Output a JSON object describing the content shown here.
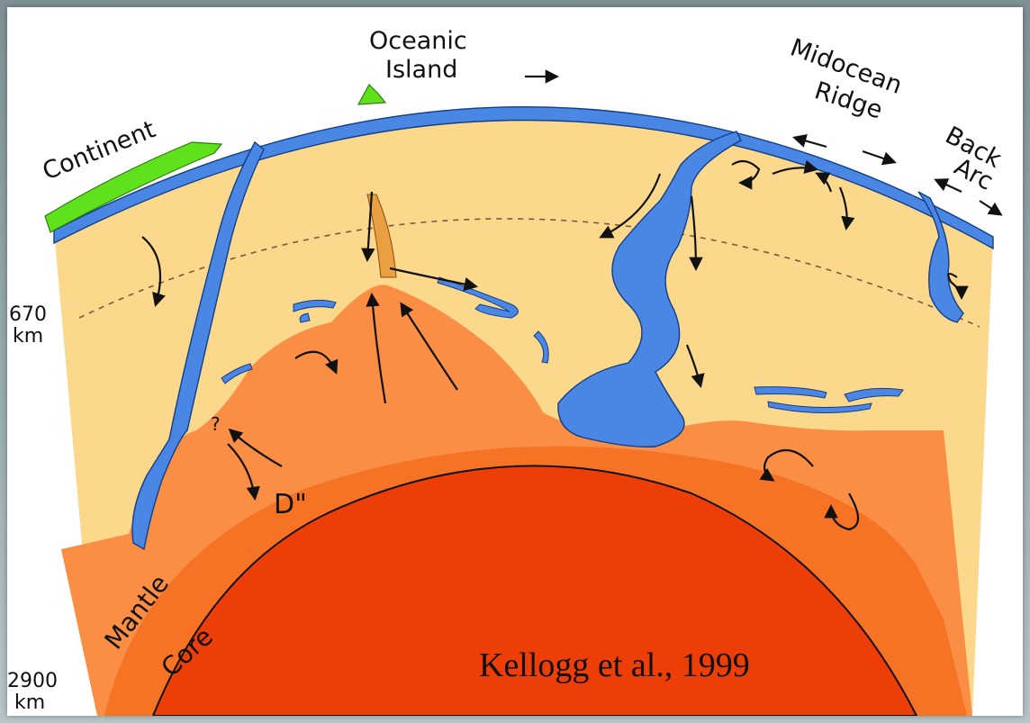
{
  "labels": {
    "continent": "Continent",
    "oceanic_island_line1": "Oceanic",
    "oceanic_island_line2": "Island",
    "midocean_ridge_line1": "Midocean",
    "midocean_ridge_line2": "Ridge",
    "back_arc_line1": "Back",
    "back_arc_line2": "Arc",
    "depth_670_value": "670",
    "depth_670_unit": "km",
    "depth_2900_value": "2900",
    "depth_2900_unit": "km",
    "d_double_prime": "D\"",
    "mantle": "Mantle",
    "core": "Core",
    "question_mark": "?",
    "citation": "Kellogg et al., 1999"
  },
  "colors": {
    "upper_mantle": "#fbd88c",
    "lower_mantle": "#f98e44",
    "d_layer": "#f46a1c",
    "core": "#ee3e08",
    "slab": "#4a86e4",
    "continent": "#5fe21c",
    "background": "#8d9ea3"
  }
}
